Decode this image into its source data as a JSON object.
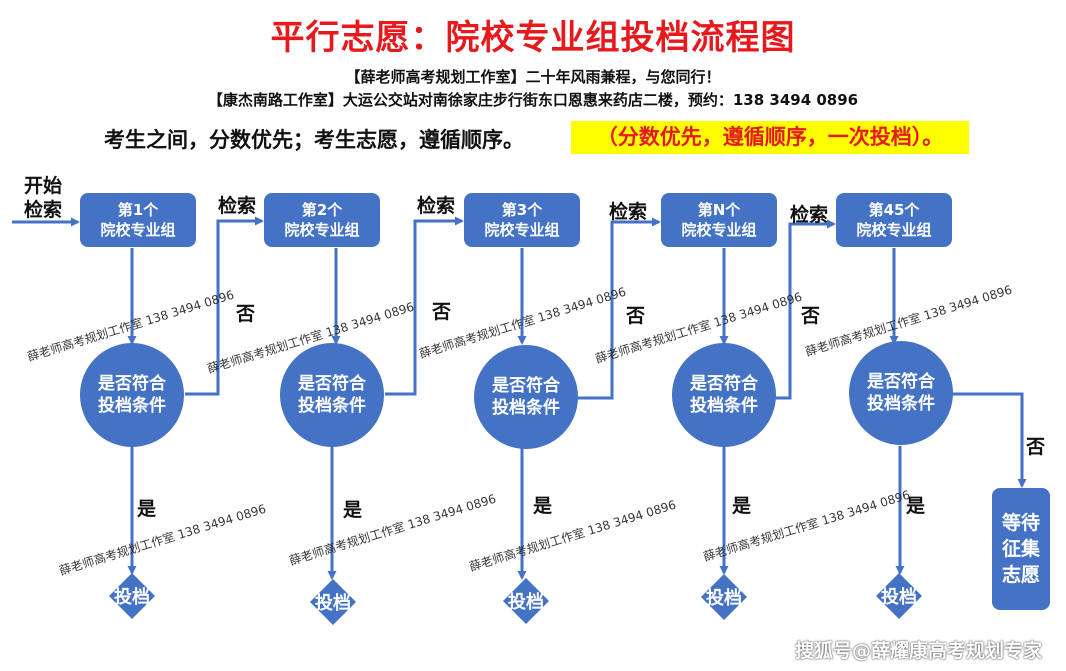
{
  "title": "平行志愿：院校专业组投档流程图",
  "subtitle_line1": "【薛老师高考规划工作室】二十年风雨兼程，与您同行！",
  "subtitle_line2": "【康杰南路工作室】大运公交站对南徐家庄步行街东口恩惠来药店二楼，预约：138 3494 0896",
  "rule_text": "考生之间，分数优先；考生志愿，遵循顺序。",
  "rule_highlight": "（分数优先，遵循顺序，一次投档）。",
  "start_label_1": "开始",
  "start_label_2": "检索",
  "groups": [
    {
      "line1": "第1个",
      "line2": "院校专业组"
    },
    {
      "line1": "第2个",
      "line2": "院校专业组"
    },
    {
      "line1": "第3个",
      "line2": "院校专业组"
    },
    {
      "line1": "第N个",
      "line2": "院校专业组"
    },
    {
      "line1": "第45个",
      "line2": "院校专业组"
    }
  ],
  "decision": {
    "line1": "是否符合",
    "line2": "投档条件"
  },
  "search_label": "检索",
  "no_label": "否",
  "yes_label": "是",
  "toudang_label": "投档",
  "wait_label": [
    "等待",
    "征集",
    "志愿"
  ],
  "watermark": "薛老师高考规划工作室 138 3494 0896",
  "source_credit": "搜狐号@薛耀康高考规划专家",
  "colors": {
    "title": "#e8191d",
    "node_fill": "#4472c4",
    "highlight_bg": "#ffff00",
    "arrow": "#4472c4"
  }
}
